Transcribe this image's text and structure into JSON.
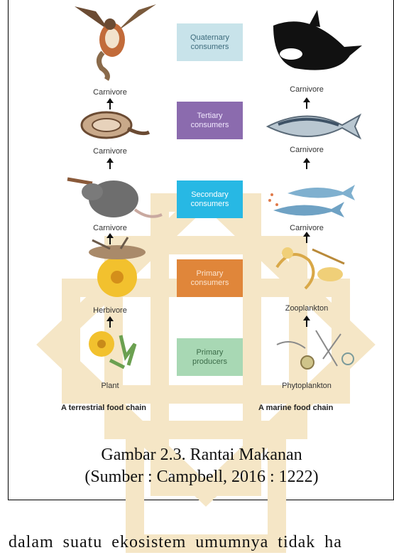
{
  "levels": {
    "quaternary": "Quaternary\nconsumers",
    "tertiary": "Tertiary\nconsumers",
    "secondary": "Secondary\nconsumers",
    "primary_consumers": "Primary\nconsumers",
    "primary_producers": "Primary\nproducers"
  },
  "colors": {
    "quaternary": "#c8e3ea",
    "tertiary": "#8b6bae",
    "secondary": "#27b8e4",
    "primary_consumers": "#e0863a",
    "primary_producers": "#a8d8b4",
    "watermark": "#f5e7c8"
  },
  "terrestrial": {
    "title": "A terrestrial food chain",
    "labels": [
      "Carnivore",
      "Carnivore",
      "Carnivore",
      "Herbivore",
      "Plant"
    ]
  },
  "marine": {
    "title": "A marine food chain",
    "labels": [
      "Carnivore",
      "Carnivore",
      "Carnivore",
      "Zooplankton",
      "Phytoplankton"
    ]
  },
  "caption": {
    "line1": "Gambar 2.3. Rantai Makanan",
    "line2": "(Sumber : Campbell, 2016 : 1222)"
  },
  "body_text": "dalam suatu ekosistem umumnya tidak ha"
}
